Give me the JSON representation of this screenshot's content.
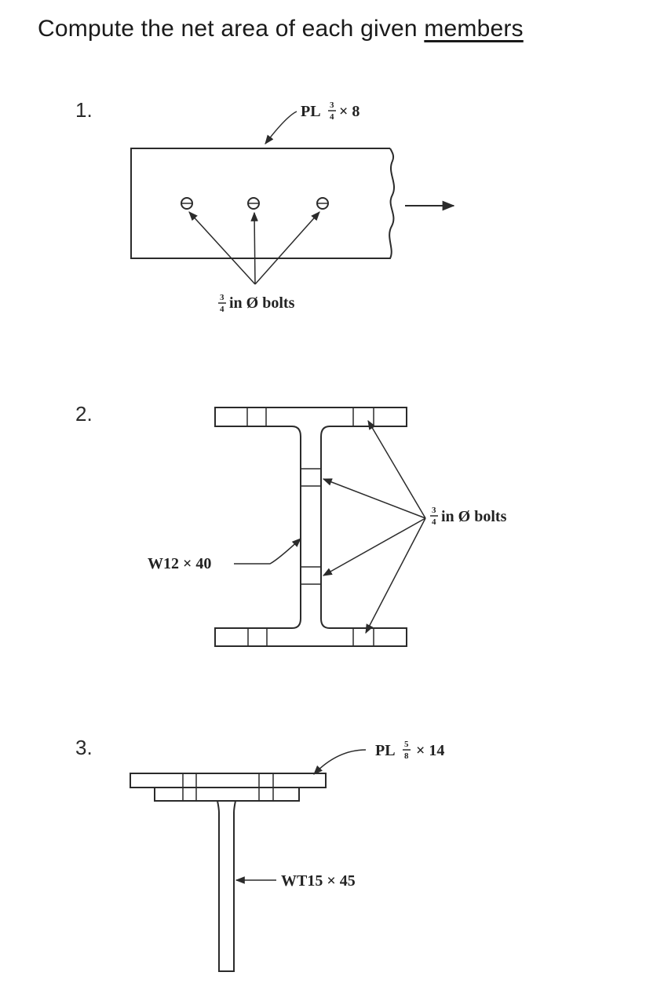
{
  "question": {
    "text_before": "Compute the net area of each given ",
    "text_underlined": "members"
  },
  "problems": [
    {
      "number": "1.",
      "plate_label": {
        "prefix": "PL",
        "num": "3",
        "den": "4",
        "suffix": "× 8"
      },
      "bolt_label": {
        "num": "3",
        "den": "4",
        "text": "in Ø bolts"
      }
    },
    {
      "number": "2.",
      "section_label": "W12 × 40",
      "bolt_label": {
        "num": "3",
        "den": "4",
        "text": "in Ø bolts"
      }
    },
    {
      "number": "3.",
      "plate_label": {
        "prefix": "PL",
        "num": "5",
        "den": "8",
        "suffix": "× 14"
      },
      "section_label": "WT15 × 45"
    }
  ]
}
